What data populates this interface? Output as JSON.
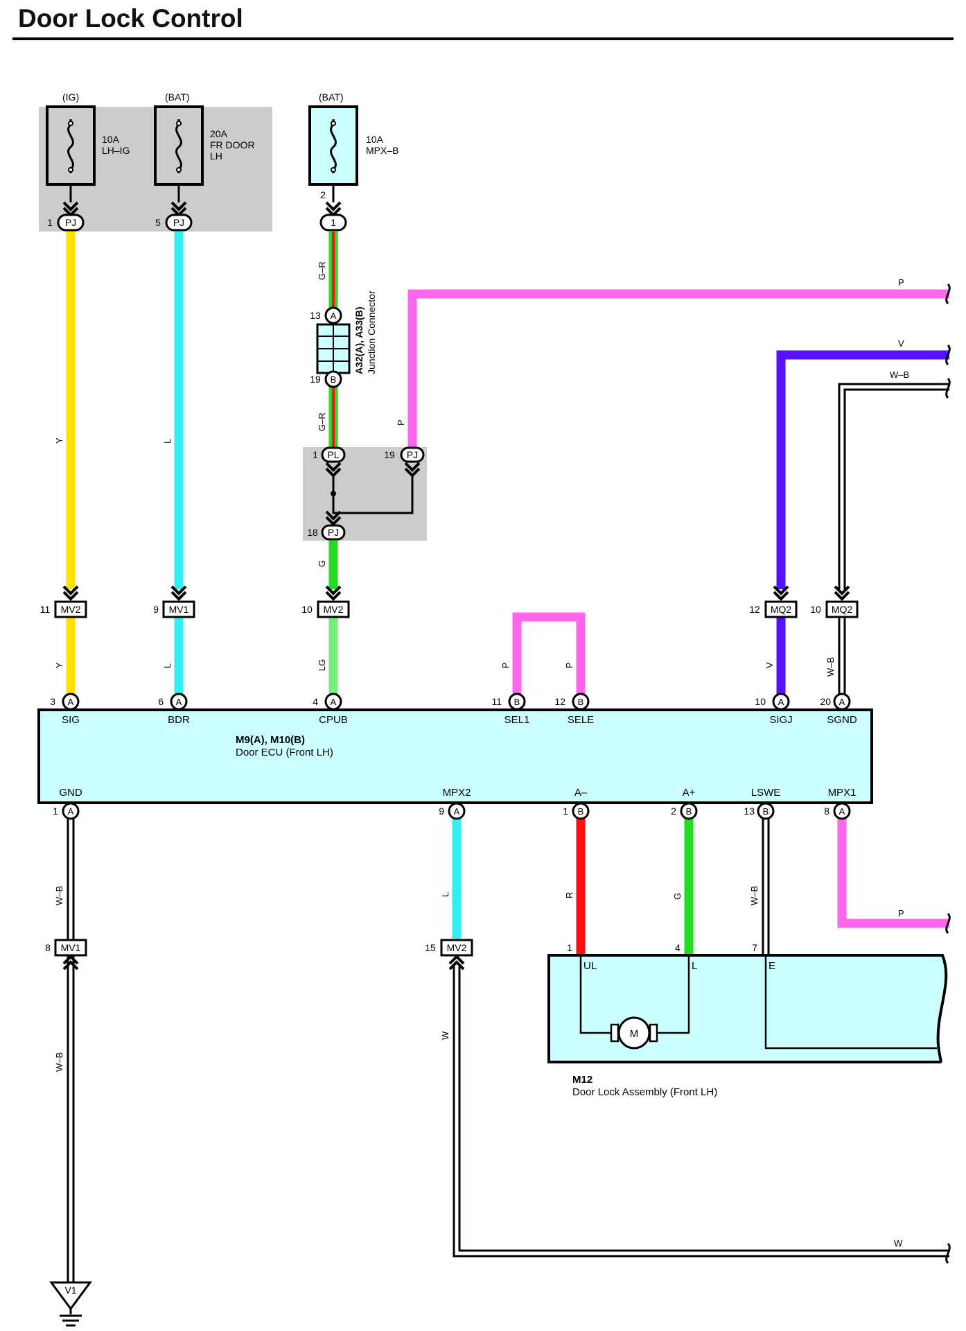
{
  "title": "Door Lock Control",
  "colors": {
    "Y": "#ffe100",
    "L": "#33f0f0",
    "G": "#22dd22",
    "LG": "#77ee77",
    "R": "#ff1111",
    "P": "#ff66ee",
    "V": "#5511ff",
    "W_B": "#ffffff",
    "junction_bg": "#cccccc",
    "component_bg": "#ccffff"
  },
  "fuses": [
    {
      "source": "(IG)",
      "rating": "10A",
      "name": "LH–IG",
      "name2": ""
    },
    {
      "source": "(BAT)",
      "rating": "20A",
      "name": "FR DOOR",
      "name2": "LH"
    },
    {
      "source": "(BAT)",
      "rating": "10A",
      "name": "MPX–B",
      "name2": ""
    }
  ],
  "top_connectors": {
    "pj1": {
      "pin": "1",
      "name": "PJ"
    },
    "pj5": {
      "pin": "5",
      "name": "PJ"
    },
    "c1": {
      "pin_above": "2",
      "name": "1"
    },
    "pl1": {
      "pin": "1",
      "name": "PL"
    },
    "pj19": {
      "pin": "19",
      "name": "PJ"
    },
    "pj18": {
      "pin": "18",
      "name": "PJ"
    }
  },
  "junction_connector": {
    "label": "A32(A), A33(B)",
    "label2": "Junction Connector",
    "pin_top": "13",
    "conn_top": "A",
    "pin_bottom": "19",
    "conn_bottom": "B"
  },
  "wire_labels": {
    "y_upper": "Y",
    "l_upper": "L",
    "gr_1": "G–R",
    "gr_2": "G–R",
    "p_mid": "P",
    "g": "G",
    "y_lower": "Y",
    "l_lower": "L",
    "lg": "LG",
    "p_sel1": "P",
    "p_sele": "P",
    "v_lower": "V",
    "wb_sgnd": "W–B",
    "top_p": "P",
    "top_v": "V",
    "top_wb": "W–B",
    "wb_gnd_1": "W–B",
    "wb_gnd_2": "W–B",
    "l_mpx2": "L",
    "r": "R",
    "g_aplus": "G",
    "wb_lswe": "W–B",
    "p_mpx1": "P",
    "w_vert": "W",
    "w_bottom": "W"
  },
  "mid_connectors": [
    {
      "pin": "11",
      "name": "MV2"
    },
    {
      "pin": "9",
      "name": "MV1"
    },
    {
      "pin": "10",
      "name": "MV2"
    },
    {
      "pin": "12",
      "name": "MQ2"
    },
    {
      "pin": "10",
      "name": "MQ2"
    }
  ],
  "ecu": {
    "label": "M9(A), M10(B)",
    "sublabel": "Door ECU (Front LH)",
    "top_pins": [
      {
        "pin": "3",
        "conn": "A",
        "name": "SIG"
      },
      {
        "pin": "6",
        "conn": "A",
        "name": "BDR"
      },
      {
        "pin": "4",
        "conn": "A",
        "name": "CPUB"
      },
      {
        "pin": "11",
        "conn": "B",
        "name": "SEL1"
      },
      {
        "pin": "12",
        "conn": "B",
        "name": "SELE"
      },
      {
        "pin": "10",
        "conn": "A",
        "name": "SIGJ"
      },
      {
        "pin": "20",
        "conn": "A",
        "name": "SGND"
      }
    ],
    "bottom_pins": [
      {
        "pin": "1",
        "conn": "A",
        "name": "GND"
      },
      {
        "pin": "9",
        "conn": "A",
        "name": "MPX2"
      },
      {
        "pin": "1",
        "conn": "B",
        "name": "A–"
      },
      {
        "pin": "2",
        "conn": "B",
        "name": "A+"
      },
      {
        "pin": "13",
        "conn": "B",
        "name": "LSWE"
      },
      {
        "pin": "8",
        "conn": "A",
        "name": "MPX1"
      }
    ]
  },
  "lower_connectors": [
    {
      "pin": "8",
      "name": "MV1"
    },
    {
      "pin": "15",
      "name": "MV2"
    }
  ],
  "door_lock": {
    "label": "M12",
    "sublabel": "Door Lock Assembly (Front LH)",
    "pins": [
      {
        "pin": "1",
        "name": "UL"
      },
      {
        "pin": "4",
        "name": "L"
      },
      {
        "pin": "7",
        "name": "E"
      }
    ],
    "motor": "M"
  },
  "ground": {
    "name": "V1"
  }
}
